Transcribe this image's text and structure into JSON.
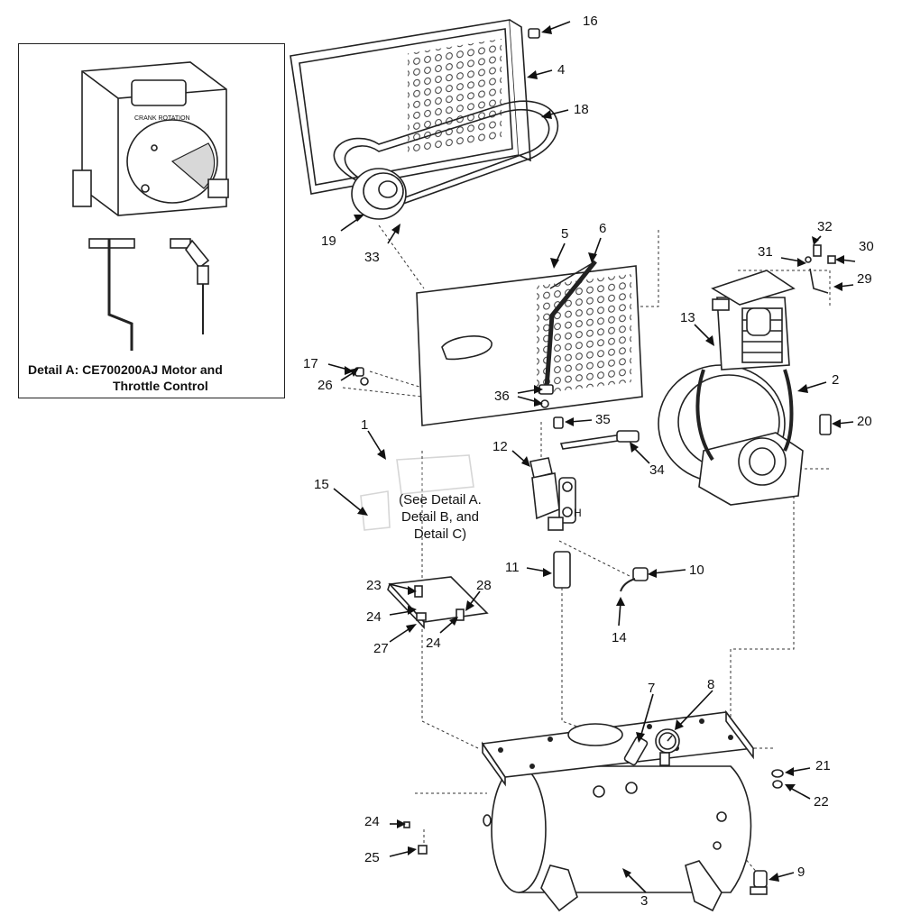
{
  "detail_a": {
    "caption_line1": "Detail A:  CE700200AJ Motor and",
    "caption_line2": "Throttle Control",
    "engine_label": "CRANK ROTATION"
  },
  "see_detail": {
    "line1": "(See Detail A.",
    "line2": "Detail B, and",
    "line3": "Detail C)"
  },
  "pump_letter": "H",
  "callouts": [
    {
      "id": "16",
      "label": "16"
    },
    {
      "id": "4",
      "label": "4"
    },
    {
      "id": "18",
      "label": "18"
    },
    {
      "id": "19",
      "label": "19"
    },
    {
      "id": "33",
      "label": "33"
    },
    {
      "id": "5",
      "label": "5"
    },
    {
      "id": "6",
      "label": "6"
    },
    {
      "id": "32",
      "label": "32"
    },
    {
      "id": "31",
      "label": "31"
    },
    {
      "id": "30",
      "label": "30"
    },
    {
      "id": "29",
      "label": "29"
    },
    {
      "id": "13",
      "label": "13"
    },
    {
      "id": "2",
      "label": "2"
    },
    {
      "id": "17",
      "label": "17"
    },
    {
      "id": "26",
      "label": "26"
    },
    {
      "id": "36",
      "label": "36"
    },
    {
      "id": "20",
      "label": "20"
    },
    {
      "id": "35",
      "label": "35"
    },
    {
      "id": "1",
      "label": "1"
    },
    {
      "id": "12",
      "label": "12"
    },
    {
      "id": "34",
      "label": "34"
    },
    {
      "id": "15",
      "label": "15"
    },
    {
      "id": "11",
      "label": "11"
    },
    {
      "id": "10",
      "label": "10"
    },
    {
      "id": "23",
      "label": "23"
    },
    {
      "id": "28",
      "label": "28"
    },
    {
      "id": "24a",
      "label": "24"
    },
    {
      "id": "27",
      "label": "27"
    },
    {
      "id": "24b",
      "label": "24"
    },
    {
      "id": "14",
      "label": "14"
    },
    {
      "id": "7",
      "label": "7"
    },
    {
      "id": "8",
      "label": "8"
    },
    {
      "id": "21",
      "label": "21"
    },
    {
      "id": "22",
      "label": "22"
    },
    {
      "id": "24c",
      "label": "24"
    },
    {
      "id": "25",
      "label": "25"
    },
    {
      "id": "9",
      "label": "9"
    },
    {
      "id": "3",
      "label": "3"
    }
  ]
}
